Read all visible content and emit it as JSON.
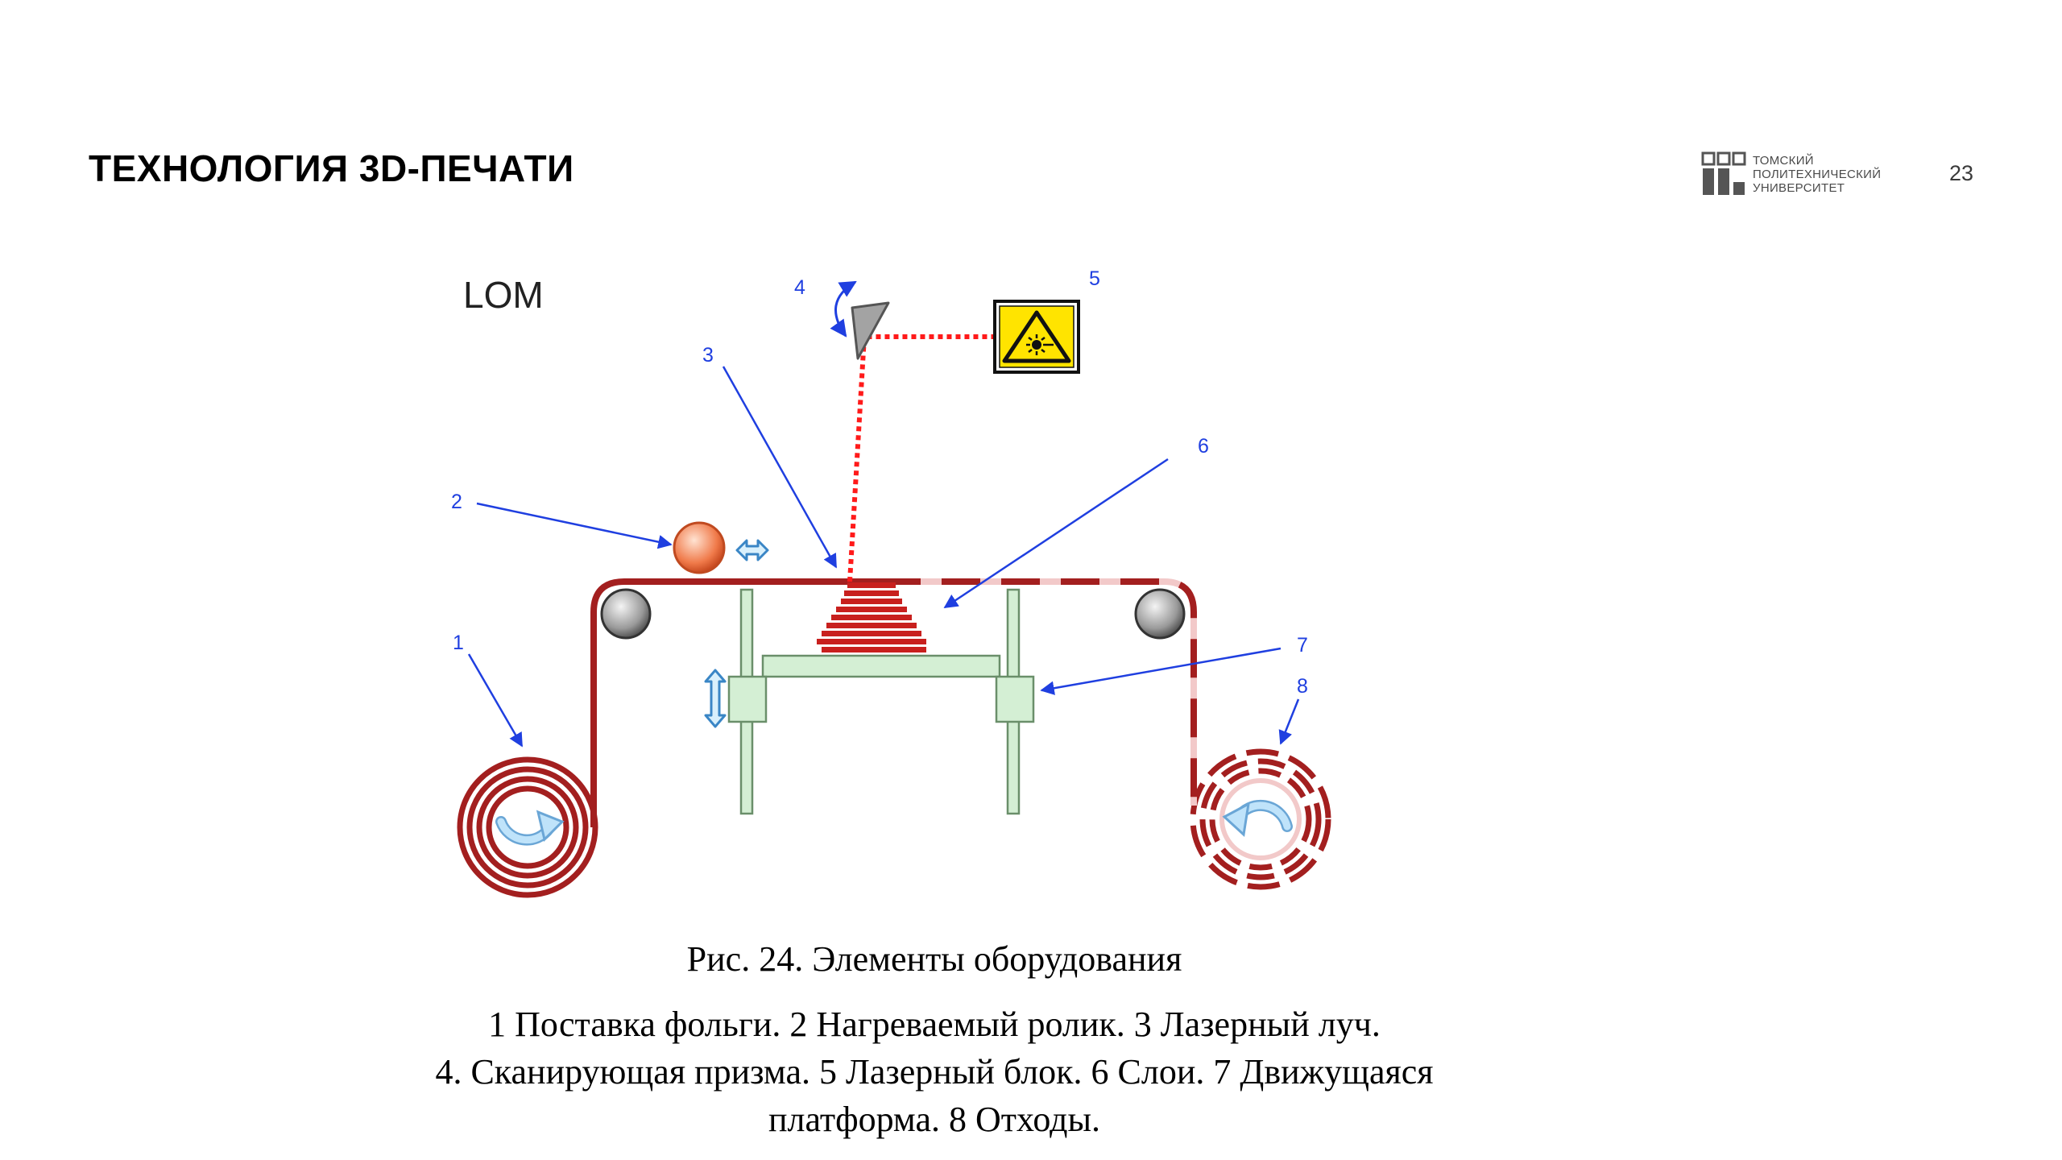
{
  "slide": {
    "title": "ТЕХНОЛОГИЯ 3D-ПЕЧАТИ",
    "page_number": "23"
  },
  "logo": {
    "lines": [
      "ТОМСКИЙ",
      "ПОЛИТЕХНИЧЕСКИЙ",
      "УНИВЕРСИТЕТ"
    ],
    "icon": "tpu-logo-icon"
  },
  "diagram": {
    "label": "LOM",
    "callouts": [
      "1",
      "2",
      "3",
      "4",
      "5",
      "6",
      "7",
      "8"
    ],
    "colors": {
      "foil": "#a31f1f",
      "foil_used": "#f2c9c9",
      "beam": "#ff1a1a",
      "arrow": "#1f3fe0",
      "frame_fill": "#d4efd4",
      "frame_stroke": "#6a8f6a",
      "roller": "#8c8c8c",
      "heated_roller": "#f07a4a",
      "laser_box": "#ffe400",
      "motion_icon": "#a9d8f5"
    }
  },
  "caption": {
    "title": "Рис. 24. Элементы оборудования",
    "lines": [
      "1 Поставка фольги. 2 Нагреваемый ролик. 3 Лазерный луч.",
      "4. Сканирующая призма. 5 Лазерный блок. 6 Слои. 7 Движущаяся",
      "платформа. 8 Отходы."
    ]
  }
}
